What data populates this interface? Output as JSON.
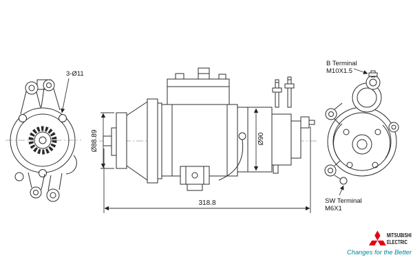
{
  "annotations": {
    "hole_callout": "3-Ø11",
    "flange_diameter": "Ø88.89",
    "body_diameter": "Ø90",
    "overall_length": "318.8",
    "b_terminal_title": "B Terminal",
    "b_terminal_spec": "M10X1.5",
    "sw_terminal_title": "SW Terminal",
    "sw_terminal_spec": "M6X1"
  },
  "logo": {
    "brand_line1": "MITSUBISHI",
    "brand_line2": "ELECTRIC",
    "tagline": "Changes for the Better",
    "colors": {
      "red": "#e60012",
      "black": "#111111",
      "teal": "#00859b"
    }
  }
}
